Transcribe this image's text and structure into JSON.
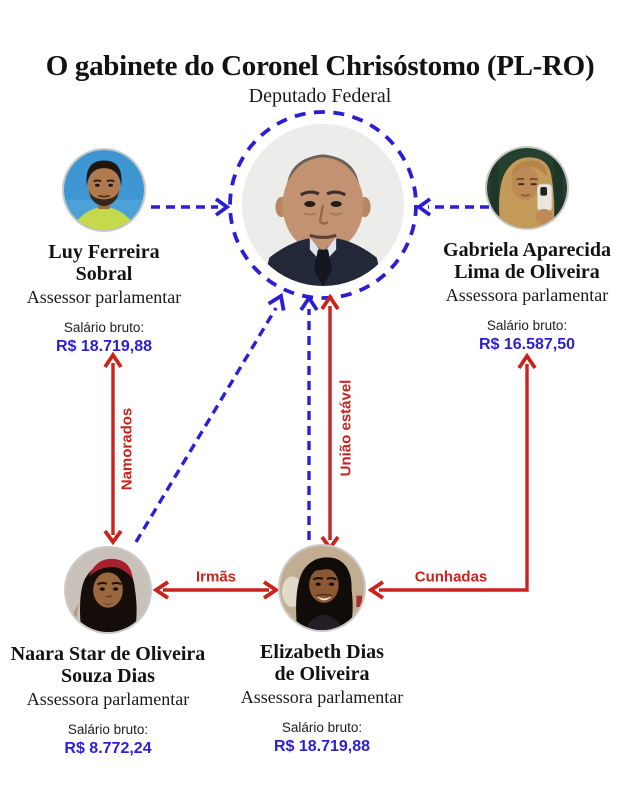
{
  "header": {
    "title": "O gabinete do Coronel Chrisóstomo (PL-RO)",
    "subtitle": "Deputado Federal"
  },
  "central_figure": {
    "photo_of": "Coronel Chrisóstomo"
  },
  "people": [
    {
      "id": "luy",
      "name_line1": "Luy Ferreira",
      "name_line2": "Sobral",
      "role": "Assessor parlamentar",
      "salary_label": "Salário bruto:",
      "salary_value": "R$ 18.719,88"
    },
    {
      "id": "gabriela",
      "name_line1": "Gabriela Aparecida",
      "name_line2": "Lima de Oliveira",
      "role": "Assessora parlamentar",
      "salary_label": "Salário bruto:",
      "salary_value": "R$ 16.587,50"
    },
    {
      "id": "naara",
      "name_line1": "Naara Star de Oliveira",
      "name_line2": "Souza Dias",
      "role": "Assessora parlamentar",
      "salary_label": "Salário bruto:",
      "salary_value": "R$ 8.772,24"
    },
    {
      "id": "elizabeth",
      "name_line1": "Elizabeth Dias",
      "name_line2": "de Oliveira",
      "role": "Assessora parlamentar",
      "salary_label": "Salário bruto:",
      "salary_value": "R$ 18.719,88"
    }
  ],
  "relationship_labels": {
    "namorados": "Namorados",
    "uniao_estavel": "União estável",
    "irmas": "Irmãs",
    "cunhadas": "Cunhadas"
  },
  "connections": [
    {
      "from": "Luy Ferreira Sobral",
      "to": "Coronel Chrisóstomo",
      "style": "blue-dashed-arrow",
      "label": ""
    },
    {
      "from": "Gabriela Aparecida Lima de Oliveira",
      "to": "Coronel Chrisóstomo",
      "style": "blue-dashed-arrow",
      "label": ""
    },
    {
      "from": "Naara Star de Oliveira Souza Dias",
      "to": "Coronel Chrisóstomo",
      "style": "blue-dashed-arrow",
      "label": ""
    },
    {
      "from": "Elizabeth Dias de Oliveira",
      "to": "Coronel Chrisóstomo",
      "style": "blue-dashed-arrow",
      "label": ""
    },
    {
      "from": "Luy Ferreira Sobral",
      "to": "Naara Star de Oliveira Souza Dias",
      "style": "red-double-arrow",
      "label": "Namorados"
    },
    {
      "from": "Elizabeth Dias de Oliveira",
      "to": "Coronel Chrisóstomo",
      "style": "red-double-arrow",
      "label": "União estável"
    },
    {
      "from": "Naara Star de Oliveira Souza Dias",
      "to": "Elizabeth Dias de Oliveira",
      "style": "red-double-arrow",
      "label": "Irmãs"
    },
    {
      "from": "Gabriela Aparecida Lima de Oliveira",
      "to": "Elizabeth Dias de Oliveira",
      "style": "red-double-elbow-arrow",
      "label": "Cunhadas"
    }
  ],
  "colors": {
    "accent_blue": "#2b1fd3",
    "accent_red": "#c9231c",
    "ink": "#121212"
  }
}
